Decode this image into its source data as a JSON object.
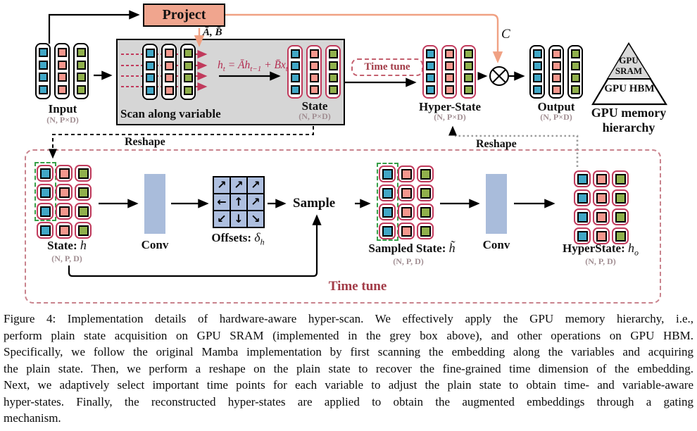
{
  "colors": {
    "blue": "#41A7C6",
    "salmon": "#F4978D",
    "green": "#90B04C",
    "crimson": "#C13A5C",
    "projectFill": "#F0A58E",
    "salmonLine": "#F0A183",
    "greyBox": "#D6D6D6",
    "conv": "#A9BCDB",
    "offsetsBg": "#AEBFDF",
    "dashedBox": "#C9838D",
    "timeTune": "#A23B47",
    "timeTuneBorder": "#C4606F",
    "eq": "#B32C50",
    "dims": "#A18E92",
    "greenDash": "#37A048",
    "greyDotted": "#9C9C9C",
    "pyramidGrey": "#D8D8D8"
  },
  "diagram": {
    "project_label": "Project",
    "ab_label": "Ā, B̄",
    "c_label": "C",
    "input": {
      "label": "Input",
      "dims": "(N, P×D)"
    },
    "scan_box_label": "Scan along variable",
    "equation": {
      "p1": "h",
      "s1": "t",
      "p2": " = Āh",
      "s2": "t−1",
      "p3": " + B̄x",
      "s3": "t"
    },
    "state": {
      "label": "State",
      "dims": "(N, P×D)"
    },
    "time_tune_badge": "Time tune",
    "hyper_state": {
      "label": "Hyper-State",
      "dims": "(N, P×D)"
    },
    "output": {
      "label": "Output",
      "dims": "(N, P×D)"
    },
    "pyramid": {
      "sram_line1": "GPU",
      "sram_line2": "SRAM",
      "hbm": "GPU HBM",
      "caption_line1": "GPU memory",
      "caption_line2": "hierarchy"
    },
    "reshape_left": "Reshape",
    "reshape_right": "Reshape",
    "grid_columns": [
      "blue",
      "salmon",
      "green"
    ],
    "bottom": {
      "state_h": {
        "label": "State: ",
        "variable": "h",
        "dims": "(N, P, D)"
      },
      "conv1_label": "Conv",
      "offsets": {
        "label": "Offsets: ",
        "variable": "δ",
        "variable_sub": "h",
        "arrows": [
          [
            "↗",
            "↗",
            "↗"
          ],
          [
            "←",
            "↑",
            "↗"
          ],
          [
            "↙",
            "↓",
            "↘"
          ]
        ]
      },
      "sample_label": "Sample",
      "sampled_state": {
        "label": "Sampled State: ",
        "variable": "h̃",
        "dims": "(N, P, D)"
      },
      "conv2_label": "Conv",
      "hyper_state_h": {
        "label": "HyperState: ",
        "variable": "h",
        "variable_sub": "o",
        "dims": "(N, P, D)"
      },
      "time_tune_label": "Time tune"
    }
  },
  "caption": {
    "lines": [
      "Figure 4: Implementation details of hardware-aware hyper-scan. We effectively apply the GPU memory hierarchy, i.e.,",
      "perform plain state acquisition on GPU SRAM (implemented in the grey box above), and other operations on GPU HBM.",
      "Specifically, we follow the original Mamba implementation by first scanning the embedding along the variables and acquiring",
      "the plain state. Then, we perform a reshape on the plain state to recover the fine-grained time dimension of the embedding.",
      "Next, we adaptively select important time points for each variable to adjust the plain state to obtain time- and variable-aware",
      "hyper-states. Finally, the reconstructed hyper-states are applied to obtain the augmented embeddings through a gating",
      "mechanism."
    ]
  }
}
